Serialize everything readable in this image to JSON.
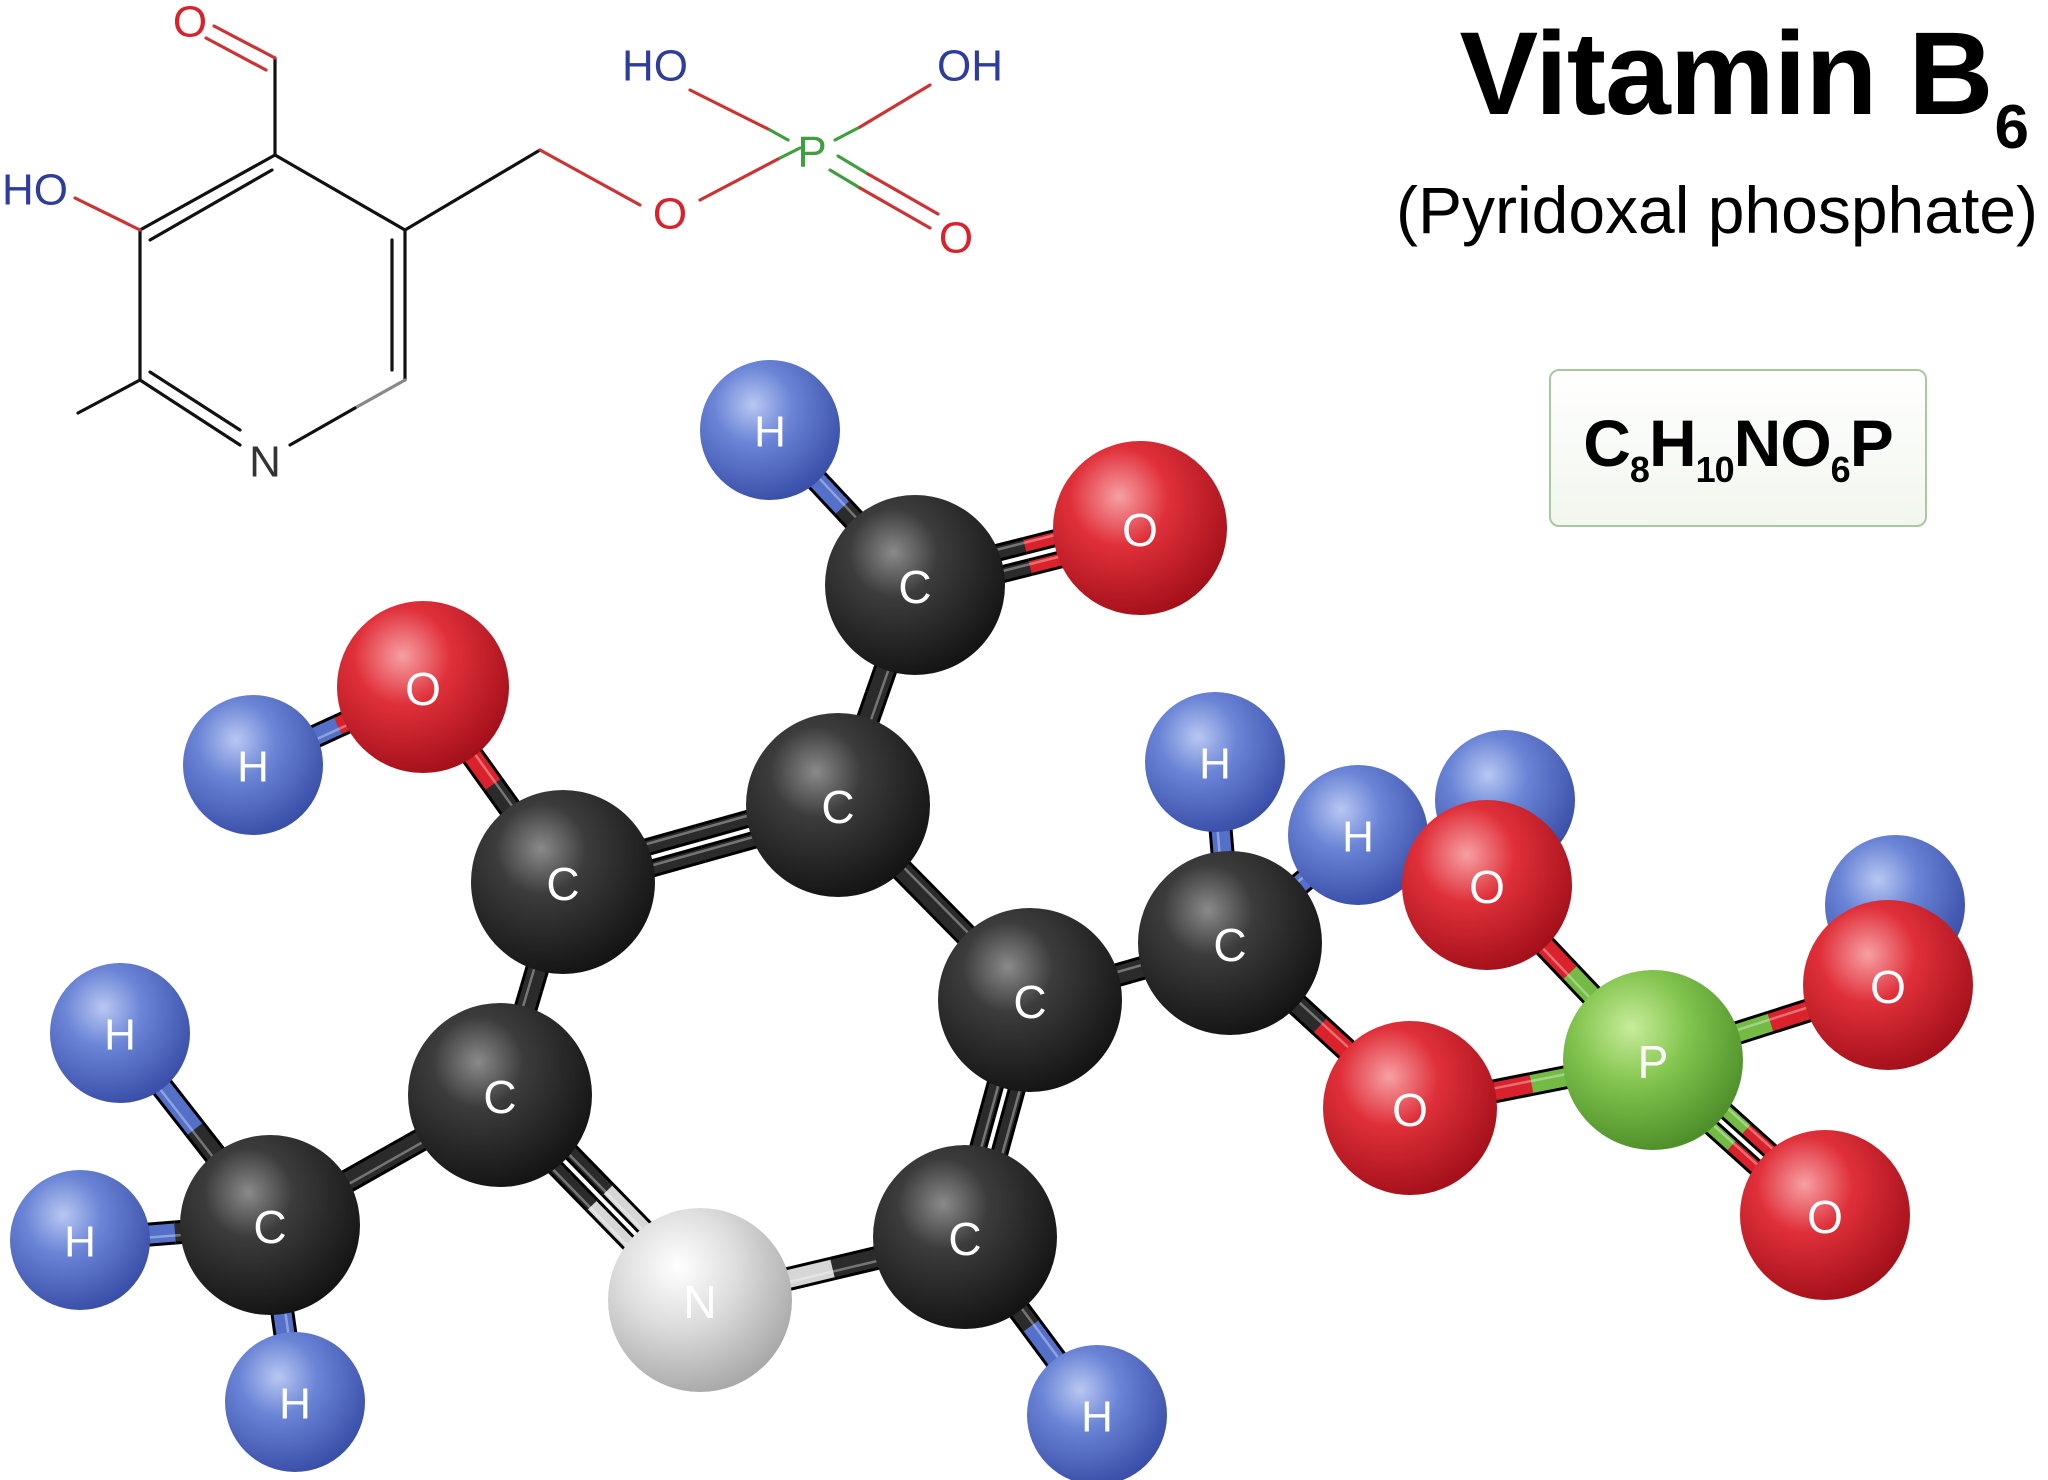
{
  "title": {
    "main": "Vitamin B",
    "subscript": "6"
  },
  "subtitle": "(Pyridoxal phosphate)",
  "formula": [
    {
      "sym": "C",
      "n": "8"
    },
    {
      "sym": "H",
      "n": "10"
    },
    {
      "sym": "NO",
      "n": "6"
    },
    {
      "sym": "P",
      "n": ""
    }
  ],
  "skeletal_labels": {
    "aldehyde_o": "O",
    "hydroxyl": "HO",
    "ring_n": "N",
    "phosphate_ho_left": "HO",
    "phosphate_oh_right": "OH",
    "phosphorus": "P",
    "ester_o": "O",
    "double_o": "O"
  },
  "colors": {
    "carbon": "#2b2b2b",
    "hydrogen": "#5470c8",
    "oxygen": "#d9222b",
    "nitrogen": "#d6d6d6",
    "phosphorus": "#74bb45",
    "skeletal_oxygen": "#d9222b",
    "skeletal_hetero_blue": "#2e3c9c",
    "skeletal_phosphorus": "#3f9f3f",
    "skeletal_nitrogen": "#333333"
  },
  "atoms": [
    {
      "id": "H_ald",
      "el": "H",
      "label": "H"
    },
    {
      "id": "C_ald",
      "el": "C",
      "label": "C"
    },
    {
      "id": "O_ald",
      "el": "O",
      "label": "O"
    },
    {
      "id": "O_hyd",
      "el": "O",
      "label": "O"
    },
    {
      "id": "H_hyd",
      "el": "H",
      "label": "H"
    },
    {
      "id": "C3",
      "el": "C",
      "label": "C"
    },
    {
      "id": "C4",
      "el": "C",
      "label": "C"
    },
    {
      "id": "C5",
      "el": "C",
      "label": "C"
    },
    {
      "id": "C2",
      "el": "C",
      "label": "C"
    },
    {
      "id": "N1",
      "el": "N",
      "label": "N"
    },
    {
      "id": "C6",
      "el": "C",
      "label": "C"
    },
    {
      "id": "H6",
      "el": "H",
      "label": "H"
    },
    {
      "id": "C_me",
      "el": "C",
      "label": "C"
    },
    {
      "id": "H_me1",
      "el": "H",
      "label": "H"
    },
    {
      "id": "H_me2",
      "el": "H",
      "label": "H"
    },
    {
      "id": "H_me3",
      "el": "H",
      "label": "H"
    },
    {
      "id": "C_ch2",
      "el": "C",
      "label": "C"
    },
    {
      "id": "H_ch2a",
      "el": "H",
      "label": "H"
    },
    {
      "id": "H_ch2b",
      "el": "H",
      "label": "H"
    },
    {
      "id": "O_est",
      "el": "O",
      "label": "O"
    },
    {
      "id": "P",
      "el": "P",
      "label": "P"
    },
    {
      "id": "O_p1",
      "el": "O",
      "label": "O"
    },
    {
      "id": "O_p2",
      "el": "O",
      "label": "O"
    },
    {
      "id": "O_p3",
      "el": "O",
      "label": "O"
    },
    {
      "id": "H_p1",
      "el": "H",
      "label": ""
    },
    {
      "id": "H_p2",
      "el": "H",
      "label": ""
    }
  ],
  "bonds": [
    [
      "H_ald",
      "C_ald",
      1
    ],
    [
      "C_ald",
      "O_ald",
      2
    ],
    [
      "C_ald",
      "C4",
      1
    ],
    [
      "O_hyd",
      "H_hyd",
      1
    ],
    [
      "O_hyd",
      "C3",
      1
    ],
    [
      "C3",
      "C4",
      2
    ],
    [
      "C4",
      "C5",
      1
    ],
    [
      "C5",
      "C6",
      2
    ],
    [
      "C6",
      "N1",
      1
    ],
    [
      "N1",
      "C2",
      2
    ],
    [
      "C2",
      "C3",
      1
    ],
    [
      "C6",
      "H6",
      1
    ],
    [
      "C2",
      "C_me",
      1
    ],
    [
      "C_me",
      "H_me1",
      1
    ],
    [
      "C_me",
      "H_me2",
      1
    ],
    [
      "C_me",
      "H_me3",
      1
    ],
    [
      "C5",
      "C_ch2",
      1
    ],
    [
      "C_ch2",
      "H_ch2a",
      1
    ],
    [
      "C_ch2",
      "H_ch2b",
      1
    ],
    [
      "C_ch2",
      "O_est",
      1
    ],
    [
      "O_est",
      "P",
      1
    ],
    [
      "P",
      "O_p1",
      1
    ],
    [
      "P",
      "O_p2",
      1
    ],
    [
      "P",
      "O_p3",
      2
    ],
    [
      "O_p1",
      "H_p1",
      1
    ],
    [
      "O_p2",
      "H_p2",
      1
    ]
  ]
}
